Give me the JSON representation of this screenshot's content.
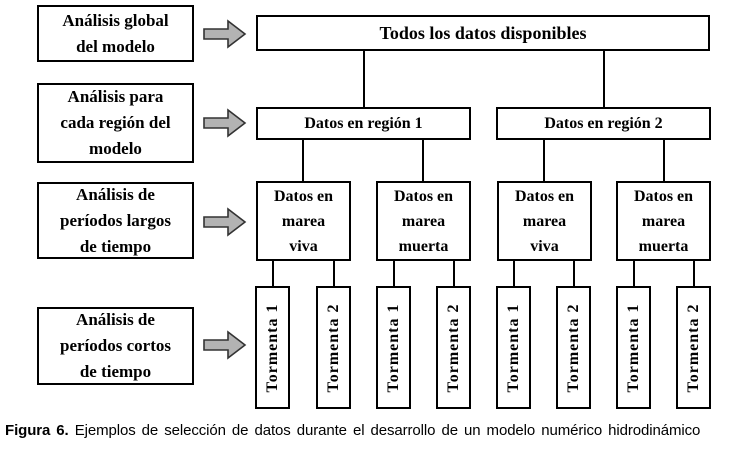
{
  "colors": {
    "background": "#ffffff",
    "text": "#000000",
    "box_border": "#000000",
    "connector": "#000000",
    "arrow_fill": "#b3b3b3",
    "arrow_stroke": "#333333"
  },
  "left_column": [
    "Análisis global\ndel modelo",
    "Análisis para\ncada región del\nmodelo",
    "Análisis de\nperíodos largos\nde tiempo",
    "Análisis de\nperíodos cortos\nde tiempo"
  ],
  "tree": {
    "root": "Todos los datos disponibles",
    "regions": [
      "Datos en región 1",
      "Datos en región 2"
    ],
    "tides": [
      "Datos en\nmarea\nviva",
      "Datos en\nmarea\nmuerta",
      "Datos en\nmarea\nviva",
      "Datos en\nmarea\nmuerta"
    ],
    "storms": [
      "Tormenta 1",
      "Tormenta 2",
      "Tormenta 1",
      "Tormenta 2",
      "Tormenta 1",
      "Tormenta 2",
      "Tormenta 1",
      "Tormenta 2"
    ]
  },
  "caption": {
    "label": "Figura 6.",
    "text": "Ejemplos de selección de datos durante el desarrollo de un modelo numérico hidrodinámico"
  }
}
